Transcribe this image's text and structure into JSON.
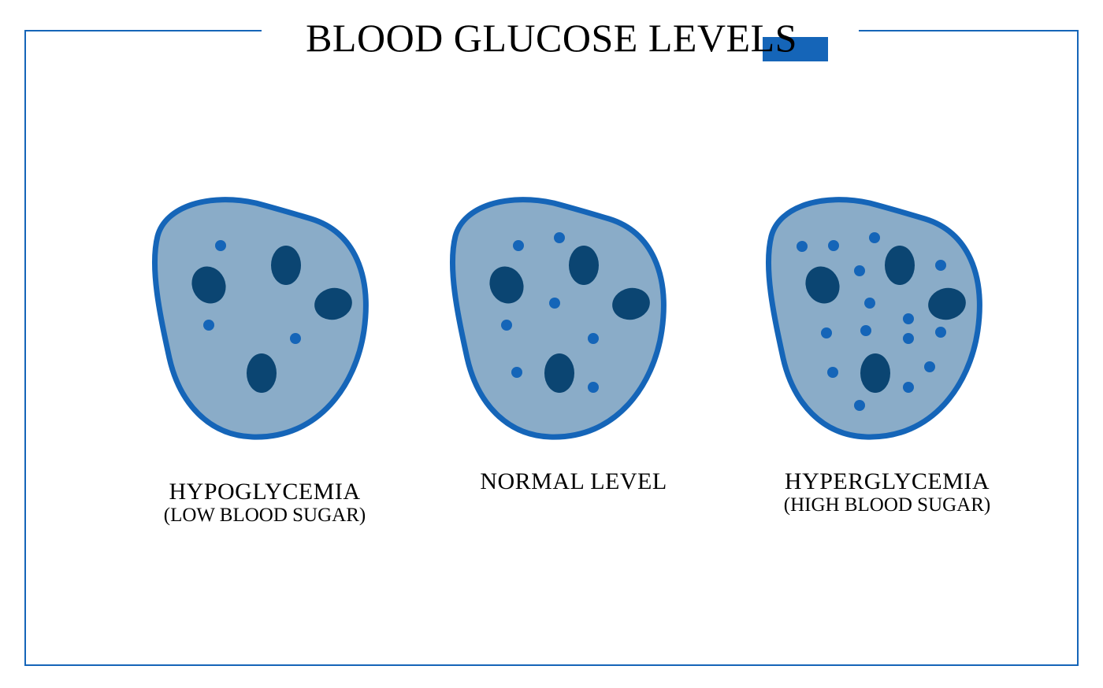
{
  "title": "BLOOD GLUCOSE LEVELS",
  "colors": {
    "frame": "#1565b8",
    "cell_fill": "#8aacc8",
    "cell_outline": "#1565b8",
    "nucleus": "#0b4572",
    "glucose_dot": "#1565b8"
  },
  "panels": [
    {
      "label": "HYPOGLYCEMIA",
      "sublabel": "(LOW BLOOD SUGAR)"
    },
    {
      "label": "NORMAL LEVEL",
      "sublabel": ""
    },
    {
      "label": "HYPERGLYCEMIA",
      "sublabel": "(HIGH BLOOD SUGAR)"
    }
  ]
}
